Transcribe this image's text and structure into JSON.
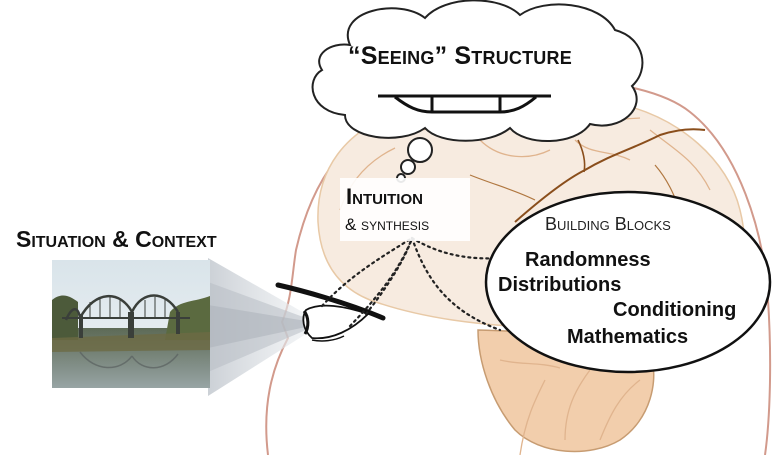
{
  "thought_bubble": {
    "title": "“Seeing” Structure"
  },
  "situation": {
    "title": "Situation & Context"
  },
  "intuition": {
    "title": "Intuition",
    "subtitle": "& synthesis"
  },
  "building_blocks": {
    "title": "Building Blocks",
    "items": [
      "Randomness",
      "Distributions",
      "Conditioning",
      "Mathematics"
    ]
  },
  "colors": {
    "head_outline": "#d29a8c",
    "brain_fill": "#f7ebe0",
    "brain_lines": "#e0b48e",
    "brain_fold": "#8a4e1c",
    "cerebellum_fill": "#f2ceac",
    "ink": "#111111"
  },
  "icons": [
    "bridge-photo",
    "eye-icon",
    "bridge-diagram-icon"
  ]
}
